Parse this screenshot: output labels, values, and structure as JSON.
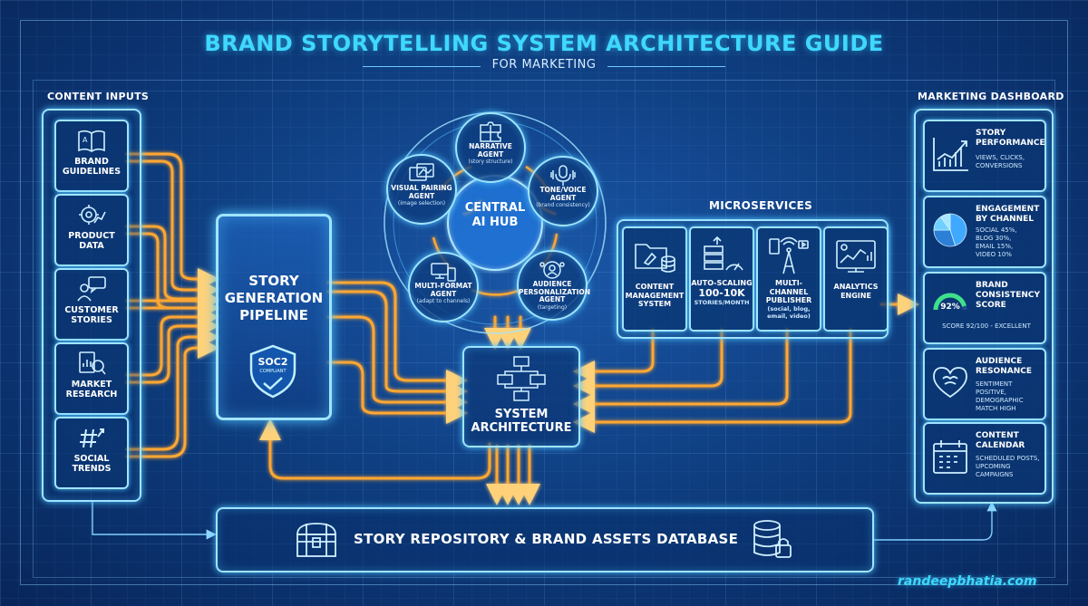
{
  "header": {
    "title": "BRAND STORYTELLING SYSTEM ARCHITECTURE GUIDE",
    "subtitle": "FOR MARKETING"
  },
  "inputs": {
    "label": "CONTENT INPUTS",
    "items": [
      {
        "l1": "BRAND",
        "l2": "GUIDELINES",
        "icon": "book-icon"
      },
      {
        "l1": "PRODUCT",
        "l2": "DATA",
        "icon": "gear-chart-icon"
      },
      {
        "l1": "CUSTOMER",
        "l2": "STORIES",
        "icon": "chat-person-icon"
      },
      {
        "l1": "MARKET",
        "l2": "RESEARCH",
        "icon": "magnifier-chart-icon"
      },
      {
        "l1": "SOCIAL",
        "l2": "TRENDS",
        "icon": "hashtag-icon"
      }
    ]
  },
  "pipeline": {
    "l1": "STORY",
    "l2": "GENERATION",
    "l3": "PIPELINE",
    "badge": "SOC2",
    "badge_sub": "COMPLIANT"
  },
  "hub": {
    "l1": "CENTRAL",
    "l2": "AI HUB",
    "agents": [
      {
        "name1": "NARRATIVE",
        "name2": "AGENT",
        "desc": "(story structure)",
        "icon": "puzzle-icon"
      },
      {
        "name1": "TONE/VOICE",
        "name2": "AGENT",
        "desc": "(brand consistency)",
        "icon": "microphone-icon"
      },
      {
        "name1": "AUDIENCE",
        "name2": "PERSONALIZATION AGENT",
        "desc": "(targeting)",
        "icon": "people-icon"
      },
      {
        "name1": "MULTI-FORMAT",
        "name2": "AGENT",
        "desc": "(adapt to channels)",
        "icon": "devices-icon"
      },
      {
        "name1": "VISUAL PAIRING",
        "name2": "AGENT",
        "desc": "(image selection)",
        "icon": "images-icon"
      }
    ]
  },
  "microservices": {
    "label": "MICROSERVICES",
    "items": [
      {
        "l1": "CONTENT",
        "l2": "MANAGEMENT",
        "l3": "SYSTEM",
        "icon": "folder-database-icon"
      },
      {
        "l1": "AUTO-SCALING",
        "big": "100-10K",
        "sm": "STORIES/MONTH",
        "icon": "server-gauge-icon"
      },
      {
        "l1": "MULTI-CHANNEL",
        "l2": "PUBLISHER",
        "sm": "(social, blog, email, video)",
        "icon": "broadcast-icon"
      },
      {
        "l1": "ANALYTICS",
        "l2": "ENGINE",
        "icon": "dashboard-icon"
      }
    ]
  },
  "architecture": {
    "l1": "SYSTEM",
    "l2": "ARCHITECTURE"
  },
  "repository": {
    "label": "STORY REPOSITORY & BRAND ASSETS DATABASE"
  },
  "dashboard": {
    "label": "MARKETING DASHBOARD",
    "cards": [
      {
        "h1": "STORY",
        "h2": "PERFORMANCE",
        "t1": "VIEWS, CLICKS,",
        "t2": "CONVERSIONS",
        "icon": "line-chart-icon"
      },
      {
        "h1": "ENGAGEMENT",
        "h2": "BY CHANNEL",
        "t1": "SOCIAL 45%,",
        "t2": "BLOG 30%,",
        "t3": "EMAIL 15%,",
        "t4": "VIDEO 10%",
        "icon": "pie-chart-icon"
      },
      {
        "h1": "BRAND",
        "h2": "CONSISTENCY",
        "h3": "SCORE",
        "gauge": "92%",
        "t1": "SCORE 92/100 - EXCELLENT",
        "icon": "gauge-icon"
      },
      {
        "h1": "AUDIENCE",
        "h2": "RESONANCE",
        "t1": "SENTIMENT POSITIVE,",
        "t2": "DEMOGRAPHIC",
        "t3": "MATCH HIGH",
        "icon": "heart-brain-icon"
      },
      {
        "h1": "CONTENT",
        "h2": "CALENDAR",
        "t1": "SCHEDULED POSTS,",
        "t2": "UPCOMING",
        "t3": "CAMPAIGNS",
        "icon": "calendar-icon"
      }
    ]
  },
  "chart_data": {
    "engagement_by_channel": [
      {
        "channel": "SOCIAL",
        "percent": 45
      },
      {
        "channel": "BLOG",
        "percent": 30
      },
      {
        "channel": "EMAIL",
        "percent": 15
      },
      {
        "channel": "VIDEO",
        "percent": 10
      }
    ],
    "brand_consistency_score": 92
  },
  "footer": {
    "brand": "randeepbhatia.com"
  },
  "colors": {
    "accent_cyan": "#3fd8ff",
    "wire_orange": "#ffb347",
    "background": "#0d3a7a"
  }
}
